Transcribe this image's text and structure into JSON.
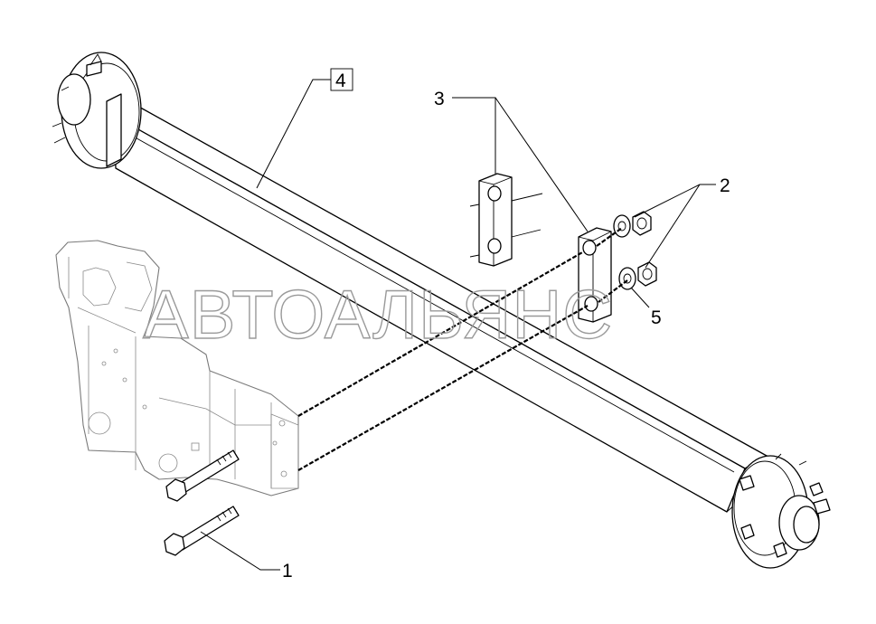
{
  "watermark": "АВТОАЛЬЯНС",
  "callouts": [
    {
      "id": "callout-1",
      "label": "1"
    },
    {
      "id": "callout-2",
      "label": "2"
    },
    {
      "id": "callout-3",
      "label": "3"
    },
    {
      "id": "callout-4",
      "label": "4"
    },
    {
      "id": "callout-5",
      "label": "5"
    }
  ]
}
